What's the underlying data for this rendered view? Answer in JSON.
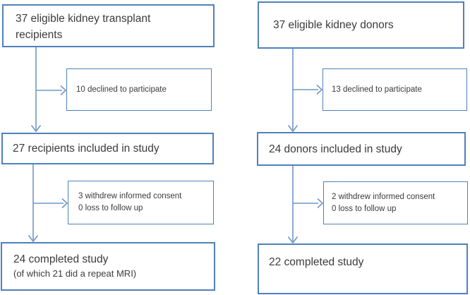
{
  "colors": {
    "box_border": "#4f81bd",
    "arrow": "#6f96c8",
    "text": "#3b3b3b",
    "background": "#ffffff"
  },
  "recipients": {
    "eligible_line1": "37 eligible kidney transplant",
    "eligible_line2": "recipients",
    "declined": "10 declined to participate",
    "included": "27 recipients included in study",
    "withdrew": "3 withdrew informed consent",
    "loss_followup": "0 loss to follow up",
    "completed": "24 completed study",
    "completed_note": "(of which 21 did a repeat MRI)"
  },
  "donors": {
    "eligible": "37 eligible kidney donors",
    "declined": "13 declined to participate",
    "included": "24 donors included in study",
    "withdrew": "2 withdrew informed consent",
    "loss_followup": "0 loss to follow up",
    "completed": "22 completed study"
  }
}
